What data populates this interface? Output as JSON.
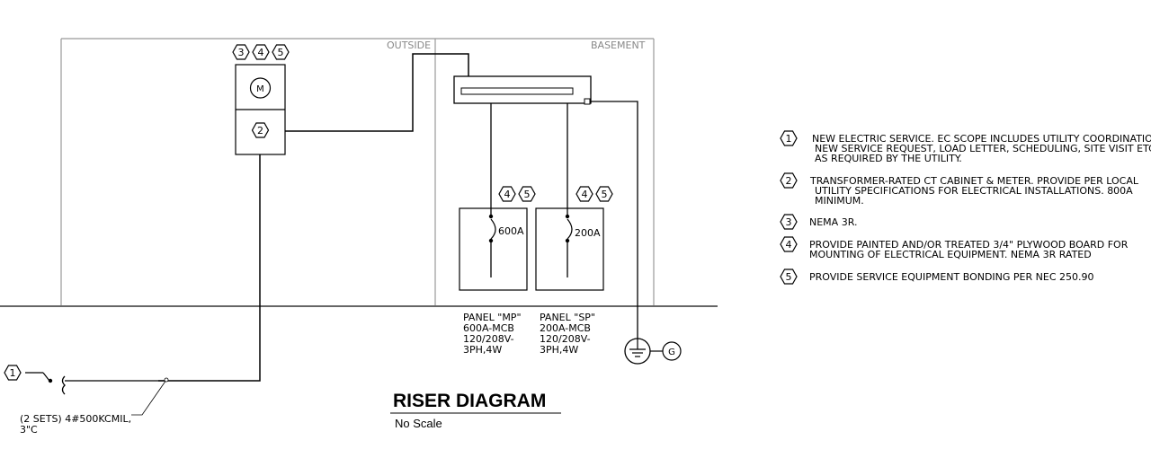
{
  "zones": {
    "outside": "OUTSIDE",
    "basement": "BASEMENT"
  },
  "meter": {
    "symbol": "M",
    "tags": [
      "3",
      "4",
      "5"
    ],
    "ct_tag": "2"
  },
  "panels": [
    {
      "breaker": "600A",
      "tags": [
        "4",
        "5"
      ],
      "label": [
        "PANEL \"MP\"",
        "600A-MCB",
        "120/208V-",
        "3PH,4W"
      ]
    },
    {
      "breaker": "200A",
      "tags": [
        "4",
        "5"
      ],
      "label": [
        "PANEL \"SP\"",
        "200A-MCB",
        "120/208V-",
        "3PH,4W"
      ]
    }
  ],
  "ground": {
    "symbol": "G"
  },
  "service": {
    "tag": "1",
    "feeder_label": [
      "(2 SETS) 4#500KCMIL,",
      "3\"C"
    ]
  },
  "title": {
    "main": "RISER DIAGRAM",
    "scale": "No Scale"
  },
  "notes": [
    {
      "num": "1",
      "lines": [
        "NEW ELECTRIC SERVICE. EC SCOPE INCLUDES UTILITY COORDINATION,",
        "NEW SERVICE REQUEST, LOAD LETTER, SCHEDULING, SITE VISIT ETC.",
        "AS REQUIRED BY THE UTILITY."
      ]
    },
    {
      "num": "2",
      "lines": [
        "TRANSFORMER-RATED CT CABINET & METER. PROVIDE PER LOCAL",
        "UTILITY SPECIFICATIONS FOR ELECTRICAL INSTALLATIONS. 800A",
        "MINIMUM."
      ]
    },
    {
      "num": "3",
      "lines": [
        "NEMA 3R."
      ]
    },
    {
      "num": "4",
      "lines": [
        "PROVIDE PAINTED AND/OR TREATED 3/4\" PLYWOOD BOARD FOR",
        "MOUNTING OF ELECTRICAL EQUIPMENT. NEMA 3R RATED"
      ]
    },
    {
      "num": "5",
      "lines": [
        "PROVIDE SERVICE EQUIPMENT BONDING PER NEC 250.90"
      ]
    }
  ]
}
